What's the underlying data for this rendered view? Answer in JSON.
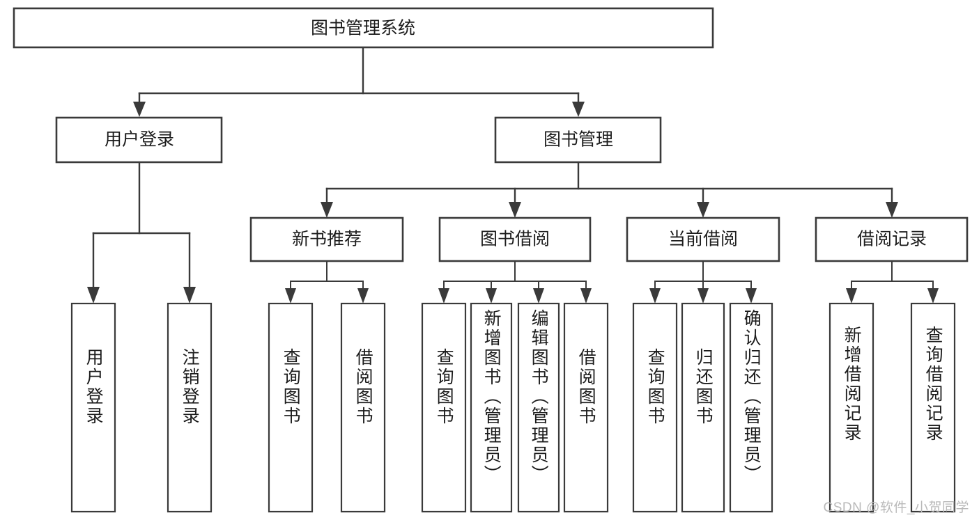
{
  "diagram": {
    "title": "图书管理系统",
    "type": "hierarchy-tree",
    "root": {
      "id": "root",
      "label": "图书管理系统"
    },
    "level1": [
      {
        "id": "user-login",
        "label": "用户登录"
      },
      {
        "id": "book-manage",
        "label": "图书管理"
      }
    ],
    "level2": [
      {
        "id": "new-book-recommend",
        "label": "新书推荐",
        "parent": "book-manage"
      },
      {
        "id": "book-borrow",
        "label": "图书借阅",
        "parent": "book-manage"
      },
      {
        "id": "current-borrow",
        "label": "当前借阅",
        "parent": "book-manage"
      },
      {
        "id": "borrow-record",
        "label": "借阅记录",
        "parent": "book-manage"
      }
    ],
    "leaves": [
      {
        "id": "leaf-user-login",
        "label": "用户登录",
        "parent": "user-login"
      },
      {
        "id": "leaf-user-logout",
        "label": "注销登录",
        "parent": "user-login"
      },
      {
        "id": "leaf-query-book-1",
        "label": "查询图书",
        "parent": "new-book-recommend"
      },
      {
        "id": "leaf-borrow-book-1",
        "label": "借阅图书",
        "parent": "new-book-recommend"
      },
      {
        "id": "leaf-query-book-2",
        "label": "查询图书",
        "parent": "book-borrow"
      },
      {
        "id": "leaf-add-book",
        "label": "新增图书（管理员）",
        "parent": "book-borrow"
      },
      {
        "id": "leaf-edit-book",
        "label": "编辑图书（管理员）",
        "parent": "book-borrow"
      },
      {
        "id": "leaf-borrow-book-2",
        "label": "借阅图书",
        "parent": "book-borrow"
      },
      {
        "id": "leaf-query-book-3",
        "label": "查询图书",
        "parent": "current-borrow"
      },
      {
        "id": "leaf-return-book",
        "label": "归还图书",
        "parent": "current-borrow"
      },
      {
        "id": "leaf-confirm-return",
        "label": "确认归还（管理员）",
        "parent": "current-borrow"
      },
      {
        "id": "leaf-add-record",
        "label": "新增借阅记录",
        "parent": "borrow-record"
      },
      {
        "id": "leaf-query-record",
        "label": "查询借阅记录",
        "parent": "borrow-record"
      }
    ],
    "colors": {
      "stroke": "#3a3a3a",
      "fill": "#ffffff",
      "text": "#1c1c1c",
      "watermark": "#b9b9b9"
    }
  },
  "watermark": {
    "text": "CSDN @软件_小贺同学"
  }
}
